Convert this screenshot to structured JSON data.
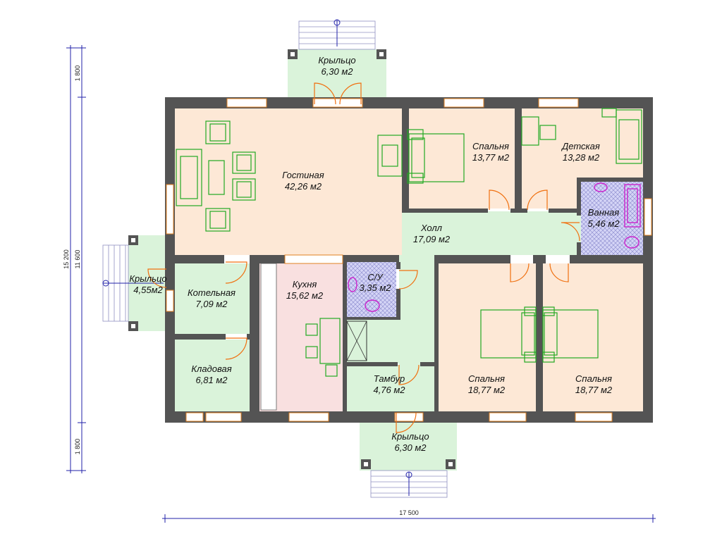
{
  "rooms": {
    "porch_top": {
      "name": "Крыльцо",
      "area": "6,30 м2"
    },
    "living": {
      "name": "Гостиная",
      "area": "42,26 м2"
    },
    "bedroom_top": {
      "name": "Спальня",
      "area": "13,77 м2"
    },
    "kids": {
      "name": "Детская",
      "area": "13,28 м2"
    },
    "bathroom": {
      "name": "Ванная",
      "area": "5,46 м2"
    },
    "hall": {
      "name": "Холл",
      "area": "17,09 м2"
    },
    "porch_left": {
      "name": "Крыльцо",
      "area": "4,55м2"
    },
    "boiler": {
      "name": "Котельная",
      "area": "7,09 м2"
    },
    "kitchen": {
      "name": "Кухня",
      "area": "15,62 м2"
    },
    "wc": {
      "name": "С/У",
      "area": "3,35 м2"
    },
    "storage": {
      "name": "Кладовая",
      "area": "6,81 м2"
    },
    "vestibule": {
      "name": "Тамбур",
      "area": "4,76 м2"
    },
    "bedroom_mid": {
      "name": "Спальня",
      "area": "18,77 м2"
    },
    "bedroom_right": {
      "name": "Спальня",
      "area": "18,77 м2"
    },
    "porch_bottom": {
      "name": "Крыльцо",
      "area": "6,30 м2"
    }
  },
  "dimensions": {
    "width_total": "17 500",
    "height_total": "15 200",
    "height_house": "11 600",
    "porch_top": "1 800",
    "porch_bottom": "1 800"
  },
  "colors": {
    "wall": "#545454",
    "living": "#fde8d6",
    "green_floor": "#daf3da",
    "kitchen": "#f9e0e0",
    "tile": "#c8c8f0",
    "dimension_line": "#2222aa",
    "furniture": "#22aa22",
    "door_swing": "#f07010"
  }
}
